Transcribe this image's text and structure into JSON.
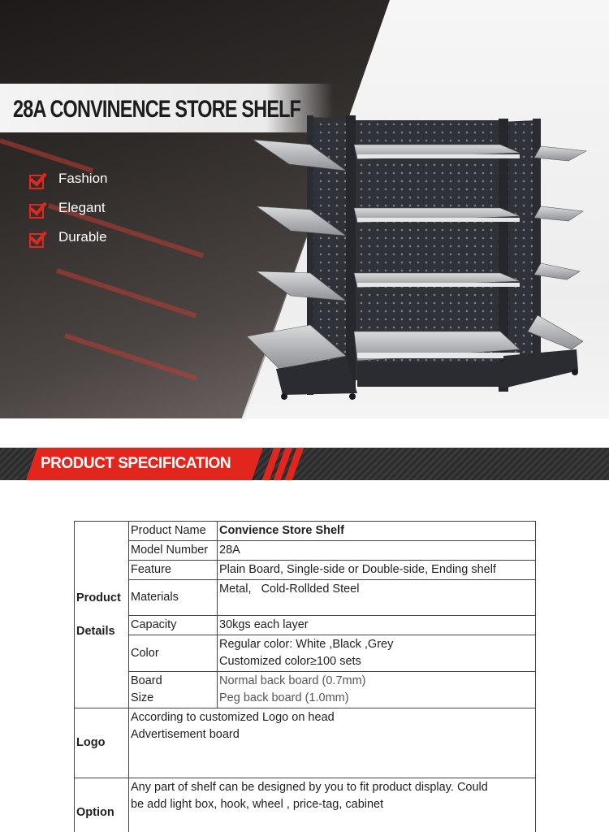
{
  "hero": {
    "title": "28A CONVINENCE STORE SHELF",
    "features": [
      "Fashion",
      "Elegant",
      "Durable"
    ]
  },
  "banner": {
    "title": "PRODUCT SPECIFICATION"
  },
  "table": {
    "product_details": {
      "group_line1": "Product",
      "group_line2": "Details",
      "rows": [
        {
          "label": "Product Name",
          "value": "Convience Store Shelf"
        },
        {
          "label": "Model Number",
          "value": "28A"
        },
        {
          "label": "Feature",
          "value": "Plain Board, Single-side or Double-side, Ending shelf"
        },
        {
          "label": "Materials",
          "value": "Metal,   Cold-Rollded Steel"
        },
        {
          "label": "Capacity",
          "value": "30kgs each layer"
        },
        {
          "label": "Color",
          "value_line1": "Regular color: White ,Black ,Grey",
          "value_line2": "Customized color≥100 sets"
        },
        {
          "label_line1": "Board",
          "label_line2": "Size",
          "value_line1": "Normal back board (0.7mm)",
          "value_line2": "Peg back board (1.0mm)"
        }
      ]
    },
    "logo": {
      "group": "Logo",
      "line1": "According to customized Logo on head",
      "line2": "Advertisement board"
    },
    "option": {
      "group": "Option",
      "line1": "Any part of shelf can be designed by you to fit product display. Could",
      "line2": "be add light box, hook, wheel , price-tag, cabinet"
    }
  },
  "colors": {
    "accent_red": "#e3261d",
    "check_red": "#e0281f",
    "shelf_dark": "#2e3138"
  }
}
